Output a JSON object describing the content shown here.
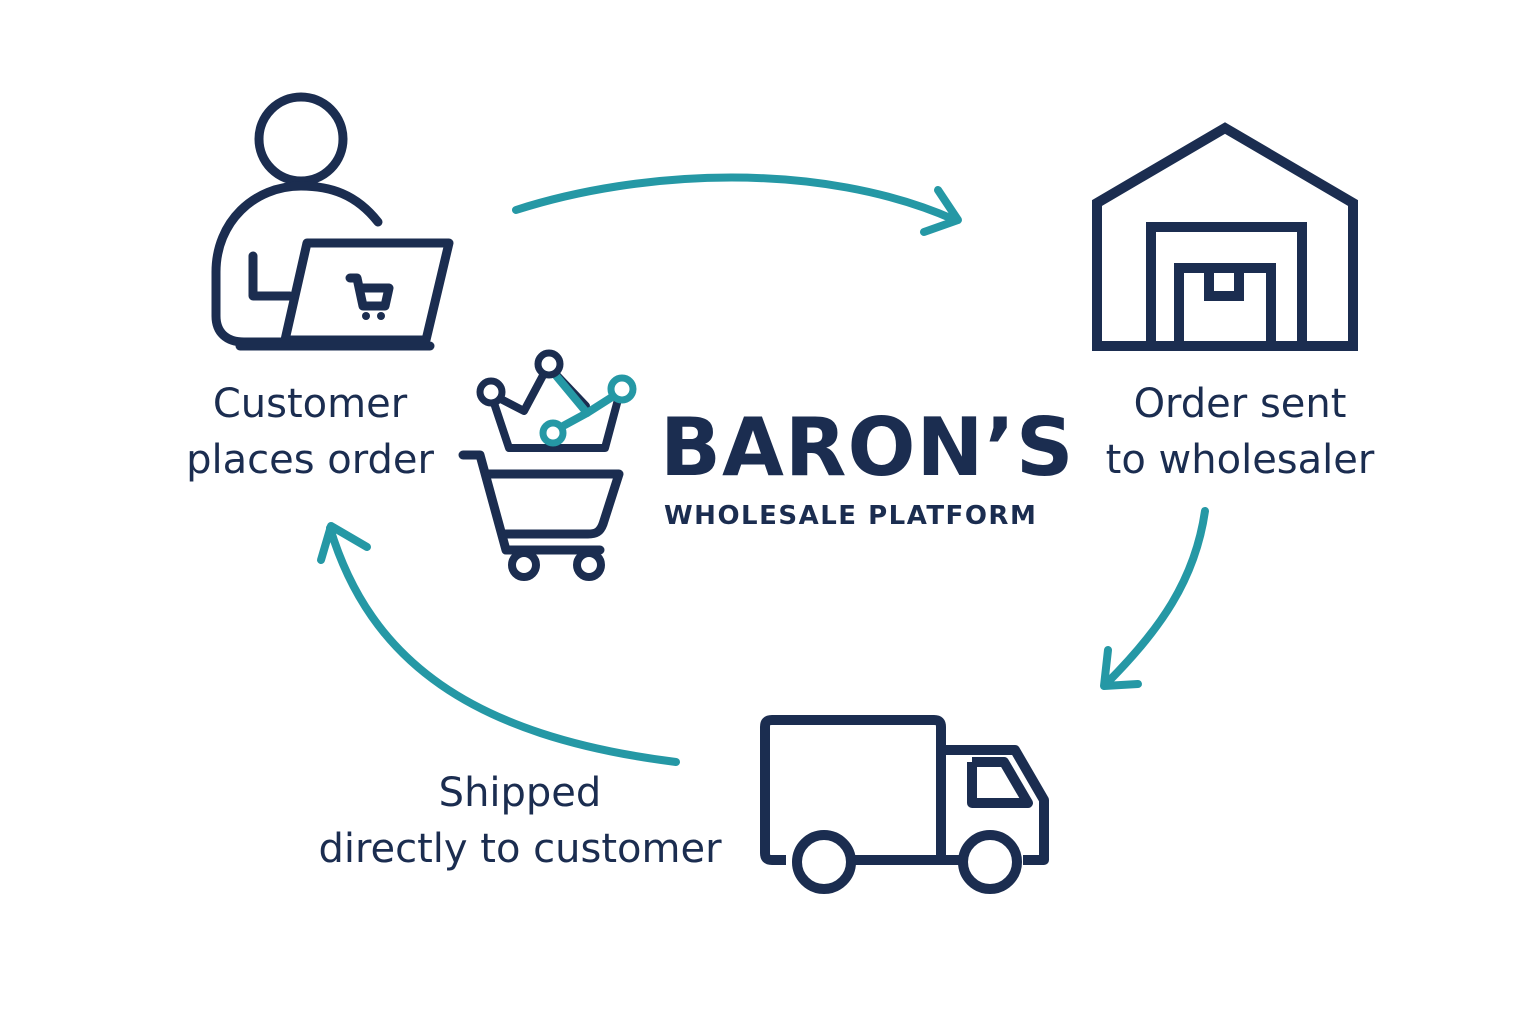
{
  "colors": {
    "navy": "#1b2d50",
    "teal": "#2598a5",
    "background": "#ffffff"
  },
  "steps": [
    {
      "icon": "person-laptop-cart-icon",
      "lines": [
        "Customer",
        "places order"
      ]
    },
    {
      "icon": "warehouse-icon",
      "lines": [
        "Order sent",
        "to wholesaler"
      ]
    },
    {
      "icon": "delivery-truck-icon",
      "lines": [
        "Shipped",
        "directly to customer"
      ]
    }
  ],
  "logo": {
    "icon": "crown-shopping-cart-icon",
    "name": "BARON’S",
    "tagline": "WHOLESALE PLATFORM"
  },
  "arrows": [
    {
      "from": "Customer places order",
      "to": "Order sent to wholesaler"
    },
    {
      "from": "Order sent to wholesaler",
      "to": "Shipped directly to customer"
    },
    {
      "from": "Shipped directly to customer",
      "to": "Customer places order"
    }
  ]
}
